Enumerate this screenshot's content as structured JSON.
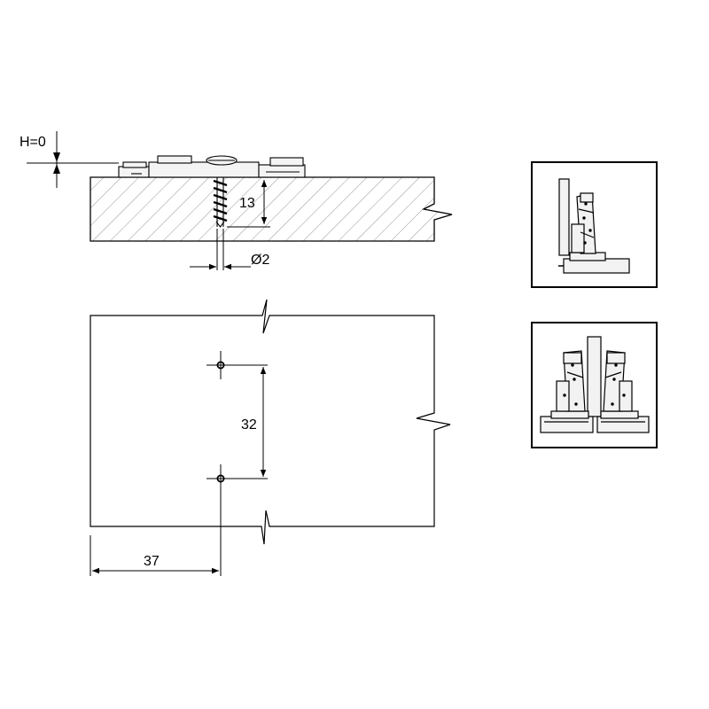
{
  "dimensions": {
    "h_label": "H=0",
    "depth_label": "13",
    "diameter_label": "Ø2",
    "spacing_label": "32",
    "offset_label": "37"
  },
  "colors": {
    "line": "#000000",
    "hatch": "#7a7a7a",
    "part_fill": "#f2f2f2",
    "background": "#ffffff"
  },
  "icons": {
    "hinge_single": "hinge-single-icon",
    "hinge_double": "hinge-double-icon"
  }
}
